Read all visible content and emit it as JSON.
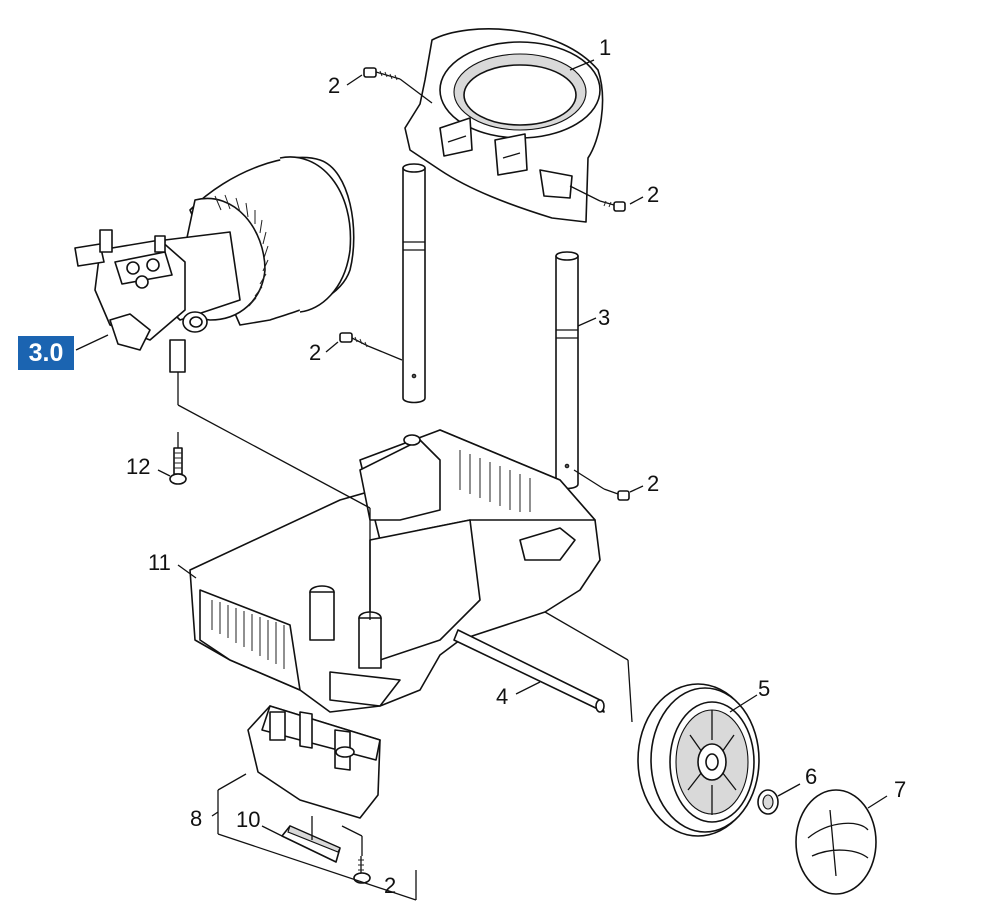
{
  "section_badge": "3.0",
  "callouts": {
    "c1": "1",
    "c2a": "2",
    "c2b": "2",
    "c2c": "2",
    "c2d": "2",
    "c2e": "2",
    "c3": "3",
    "c4": "4",
    "c5": "5",
    "c6": "6",
    "c7": "7",
    "c8": "8",
    "c10": "10",
    "c11": "11",
    "c12": "12"
  },
  "colors": {
    "badge": "#1b64b1",
    "ink": "#111111",
    "shade": "#d9d9d9"
  }
}
